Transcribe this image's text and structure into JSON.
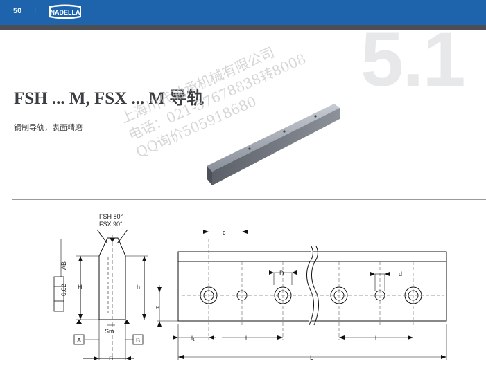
{
  "header": {
    "page_number": "50",
    "separator": "I",
    "brand": "NADELLA",
    "section_number": "5.1",
    "bar_color": "#1e64ad",
    "rule_color": "#4b4f54"
  },
  "product": {
    "title": "FSH ... M, FSX ... M 导轨",
    "subtitle": "钢制导轨，表面精磨"
  },
  "watermark": {
    "lines": [
      "上海川代轴承机械有限公司",
      "电话：021-57678838转8008",
      "QQ询价505918680"
    ]
  },
  "cross_section": {
    "angle_fsh": "FSH 80°",
    "angle_fsx": "FSX 90°",
    "h_big": "H",
    "h_small": "h",
    "tolerance": "0.02",
    "datum_ab": "AB",
    "sm": "Sm",
    "s": "S",
    "datum_a": "A",
    "datum_b": "B"
  },
  "side_view": {
    "c": "c",
    "d_big": "D",
    "d_small": "d",
    "e": "e",
    "l1": "l₁",
    "l": "l",
    "l2": "l",
    "L": "L"
  }
}
